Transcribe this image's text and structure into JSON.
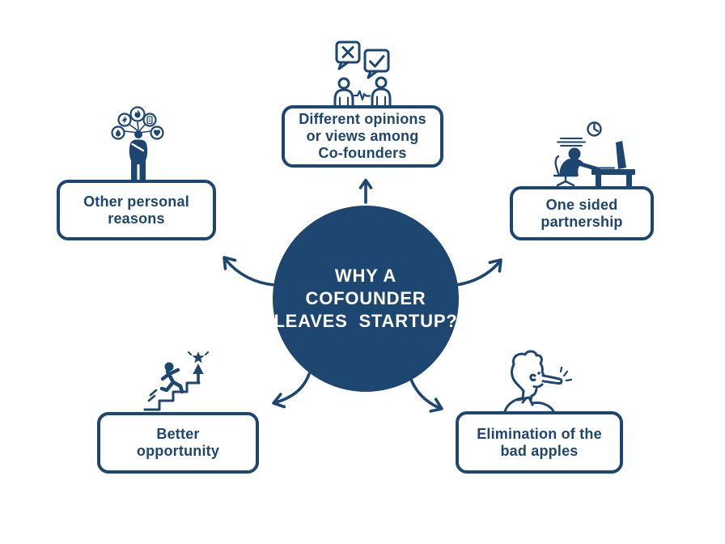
{
  "colors": {
    "navy": "#1d4671",
    "background": "#ffffff",
    "center_text": "#ffffff"
  },
  "center": {
    "title": "WHY A\nCOFOUNDER\nLEAVES  STARTUP?"
  },
  "nodes": [
    {
      "id": "different-opinions",
      "label": "Different opinions\nor views among\nCo-founders",
      "icon": "disagreement-speech-bubbles-icon",
      "position": "top"
    },
    {
      "id": "other-personal-reasons",
      "label": "Other personal\nreasons",
      "icon": "thinking-person-icon",
      "position": "left"
    },
    {
      "id": "one-sided-partnership",
      "label": "One sided\npartnership",
      "icon": "overworked-at-desk-icon",
      "position": "right"
    },
    {
      "id": "better-opportunity",
      "label": "Better\nopportunity",
      "icon": "climbing-stairs-to-star-icon",
      "position": "bottom-left"
    },
    {
      "id": "elimination-bad-apples",
      "label": "Elimination of the\nbad apples",
      "icon": "long-nose-liar-icon",
      "position": "bottom-right"
    }
  ]
}
